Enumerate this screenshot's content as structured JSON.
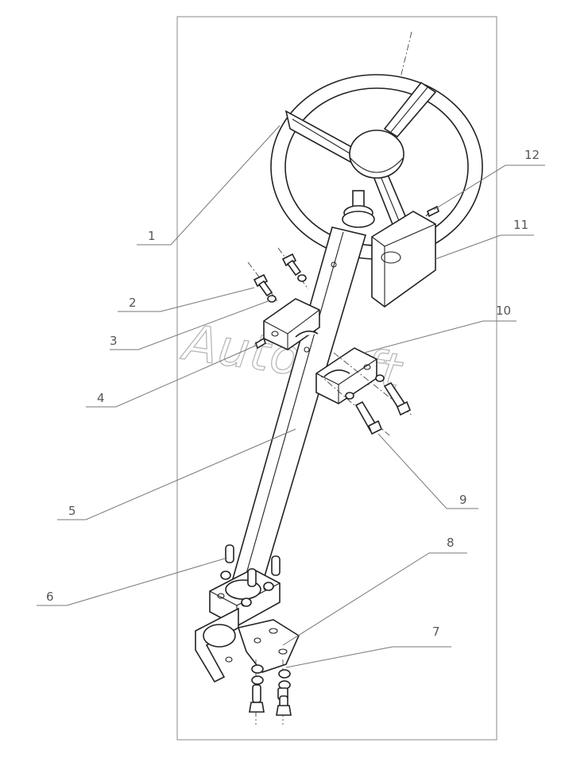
{
  "watermark": {
    "text": "AutoSoft"
  },
  "callouts": [
    {
      "id": "1",
      "label": "1"
    },
    {
      "id": "2",
      "label": "2"
    },
    {
      "id": "3",
      "label": "3"
    },
    {
      "id": "4",
      "label": "4"
    },
    {
      "id": "5",
      "label": "5"
    },
    {
      "id": "6",
      "label": "6"
    },
    {
      "id": "7",
      "label": "7"
    },
    {
      "id": "8",
      "label": "8"
    },
    {
      "id": "9",
      "label": "9"
    },
    {
      "id": "10",
      "label": "10"
    },
    {
      "id": "11",
      "label": "11"
    },
    {
      "id": "12",
      "label": "12"
    }
  ],
  "colors": {
    "line": "#222222",
    "leader": "#777777",
    "frame": "#888888",
    "watermark": "#b8b8b8"
  }
}
